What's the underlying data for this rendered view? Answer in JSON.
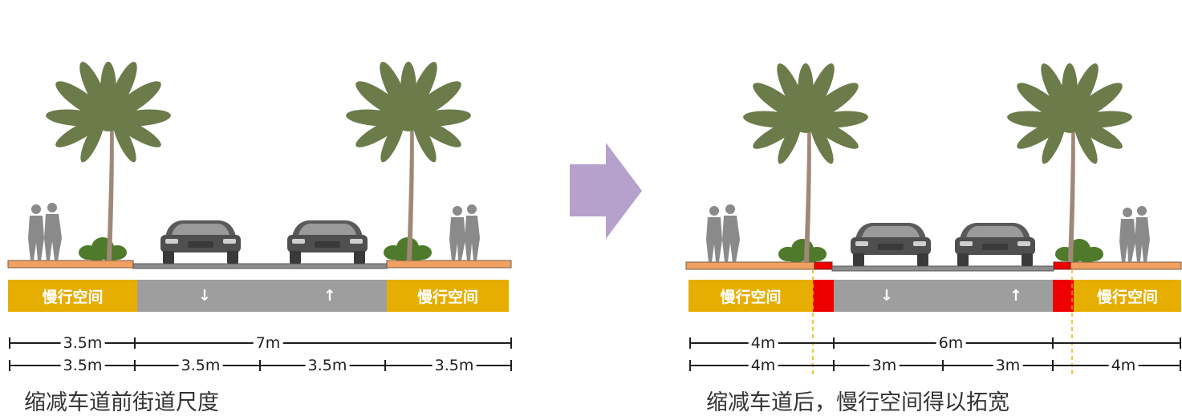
{
  "panels": [
    {
      "slow_zone_label": "慢行空间",
      "lane_down_arrow": "↓",
      "lane_up_arrow": "↑",
      "dimension_top": [
        "3.5m",
        "7m"
      ],
      "dimension_bottom": [
        "3.5m",
        "3.5m",
        "3.5m",
        "3.5m"
      ],
      "caption": "缩减车道前街道尺度"
    },
    {
      "slow_zone_label": "慢行空间",
      "lane_down_arrow": "↓",
      "lane_up_arrow": "↑",
      "dimension_top": [
        "4m",
        "6m"
      ],
      "dimension_bottom": [
        "4m",
        "3m",
        "3m",
        "4m"
      ],
      "caption": "缩减车道后，慢行空间得以拓宽"
    }
  ],
  "colors": {
    "slow_zone": "#e6ae00",
    "road": "#9e9e9e",
    "sidewalk": "#f0a060",
    "added_space": "#ee0000",
    "arrow": "#b5a1cc",
    "palm_leaf": "#6b7b4a",
    "palm_trunk": "#a08878",
    "car": "#555555",
    "pedestrian": "#8a8a8a"
  }
}
